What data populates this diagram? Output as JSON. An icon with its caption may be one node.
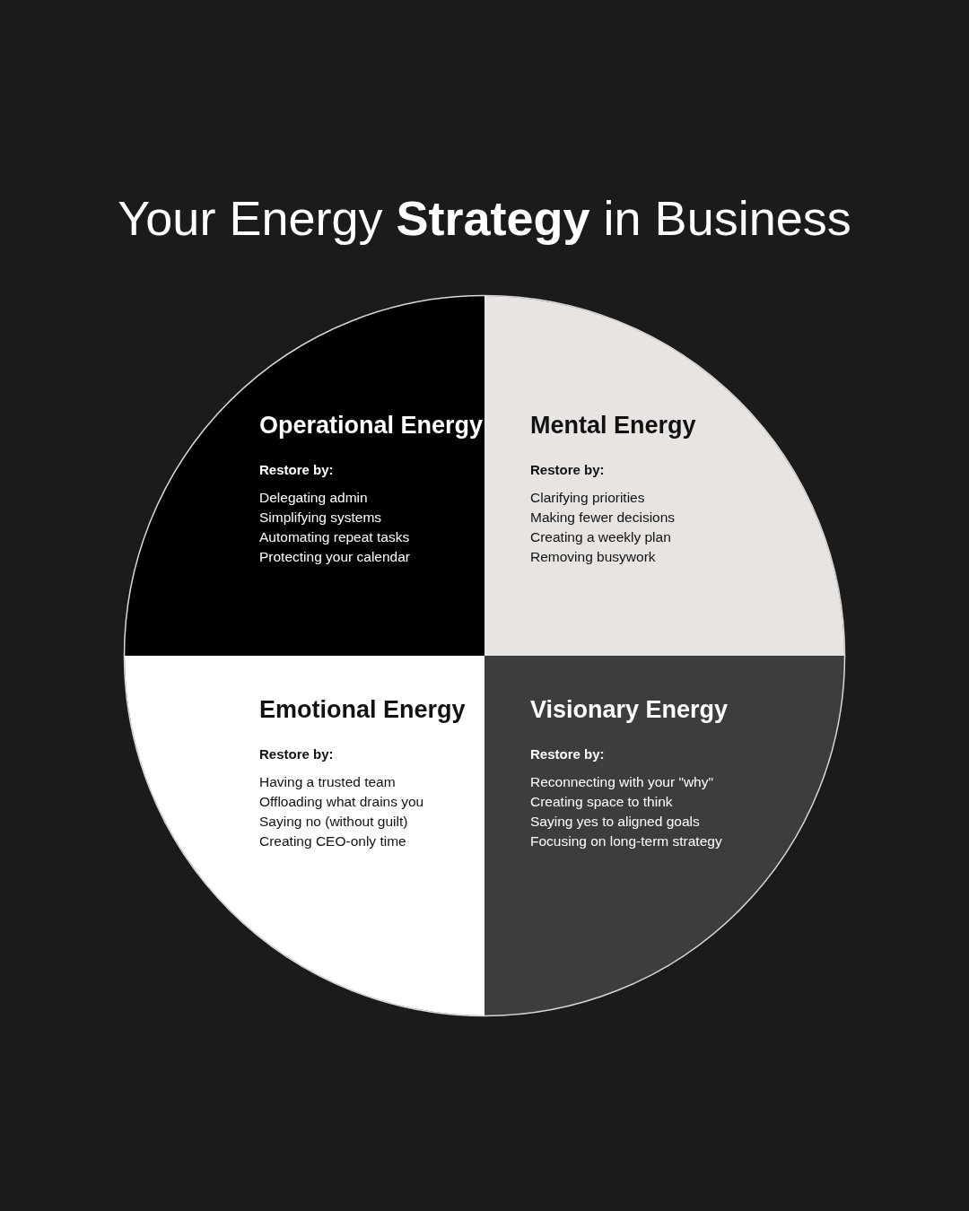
{
  "diagram": {
    "title": "Your Energy **Strategy** in Business",
    "nodes": [
      {
        "text": [
          "Operational Energy",
          "Restore by:",
          "Delegating admin",
          "Simplifying systems",
          "Automating repeat tasks",
          "Protecting your calendar"
        ]
      },
      {
        "text": [
          "Mental Energy",
          "Restore by:",
          "Clarifying priorities",
          "Making fewer decisions",
          "Creating a weekly plan",
          "Removing busywork"
        ]
      },
      {
        "text": [
          "Emotional Energy",
          "Restore by:",
          "Having a trusted team",
          "Offloading what drains you",
          "Saying no (without guilt)",
          "Creating CEO-only time"
        ]
      },
      {
        "text": [
          "Visionary Energy",
          "Restore by:",
          "Reconnecting with your \"why\"",
          "Creating space to think",
          "Saying yes to aligned goals",
          "Focusing on long-term strategy"
        ]
      }
    ],
    "edges": []
  }
}
